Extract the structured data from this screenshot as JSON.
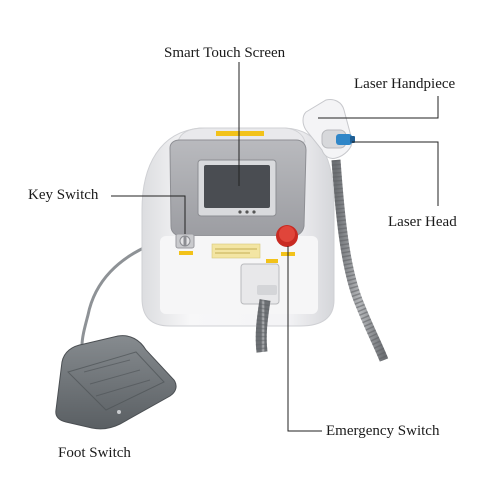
{
  "labels": {
    "smart_touch_screen": "Smart Touch Screen",
    "laser_handpiece": "Laser Handpiece",
    "key_switch": "Key Switch",
    "laser_head": "Laser Head",
    "emergency_switch": "Emergency Switch",
    "foot_switch": "Foot Switch"
  },
  "colors": {
    "background": "#ffffff",
    "leader_line": "#222222",
    "device_body": "#f1f1f3",
    "panel_grey": "#a9aaae",
    "screen": "#4a4d52",
    "emergency_red": "#d8342a",
    "warning_yellow": "#f2c21a",
    "laser_tip_blue": "#2f86c8",
    "foot_pedal": "#6f7478"
  },
  "icons": [
    "key-switch-icon",
    "emergency-button-icon",
    "foot-pedal-icon",
    "laser-handpiece-icon"
  ]
}
